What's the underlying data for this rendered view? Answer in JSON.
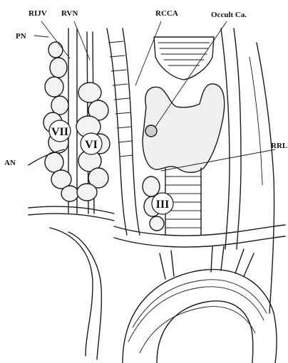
{
  "labels": {
    "rijv": "RIJV",
    "rvn": "RVN",
    "pn": "PN",
    "an": "AN",
    "rcca": "RCCA",
    "occult": "Occult Ca.",
    "rrl": "RRL"
  },
  "levels": {
    "vii": "VII",
    "vi": "VI",
    "iii": "III"
  }
}
